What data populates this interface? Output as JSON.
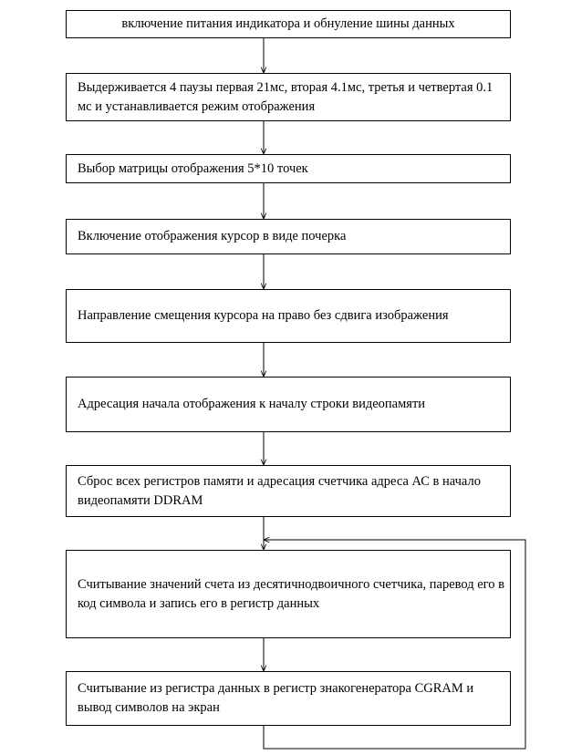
{
  "flowchart": {
    "steps": [
      "включение питания индикатора и обнуление шины данных",
      "Выдерживается 4 паузы первая 21мс, вторая 4.1мс, третья и четвертая 0.1 мс и устанавливается режим отображения",
      "Выбор матрицы отображения 5*10 точек",
      "Включение отображения курсор в виде почерка",
      "Направление смещения курсора на право без сдвига изображения",
      "Адресация начала отображения к началу строки видеопамяти",
      "Сброс всех регистров памяти и адресация счетчика адреса АС в начало видеопамяти DDRAM",
      "Считывание значений счета из десятичнодвоичного счетчика, паревод его в код символа и запись его в регистр данных",
      "Считывание из регистра данных в регистр знакогенератора CGRAM и вывод символов на экран"
    ]
  }
}
